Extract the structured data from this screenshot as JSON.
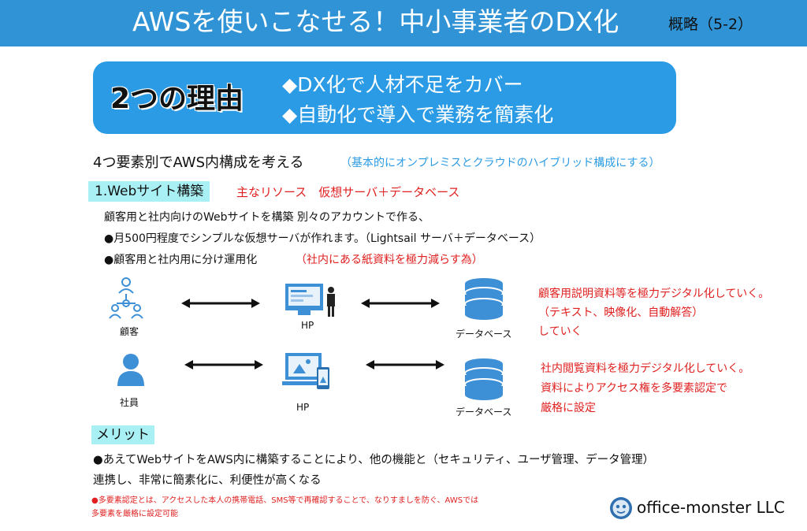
{
  "header": {
    "title": "AWSを使いこなせる！中小事業者のDX化",
    "subtitle": "概略（5-2）"
  },
  "banner": {
    "heading": "2つの理由",
    "points": [
      "◆DX化で人材不足をカバー",
      "◆自動化で導入で業務を簡素化"
    ]
  },
  "section": {
    "heading": "4つ要素別でAWS内構成を考える",
    "note": "（基本的にオンプレミスとクラウドのハイブリッド構成にする）"
  },
  "web": {
    "chip": "1.Webサイト構築",
    "resources": "主なリソース　仮想サーバ＋データベース",
    "line1": "顧客用と社内向けのWebサイトを構築 別々のアカウントで作る、",
    "line2": "●月500円程度でシンプルな仮想サーバが作れます。（Lightsail サーバ＋データベース）",
    "line3": "●顧客用と社内用に分け運用化",
    "line3_note": "（社内にある紙資料を極力減らす為）"
  },
  "diagram": {
    "row1": {
      "actor_label": "顧客",
      "hp_label": "HP",
      "db_label": "データベース",
      "note": [
        "顧客用説明資料等を極力デジタル化していく。",
        "（テキスト、映像化、自動解答）",
        "していく"
      ]
    },
    "row2": {
      "actor_label": "社員",
      "hp_label": "HP",
      "db_label": "データベース",
      "note": [
        "社内閲覧資料を極力デジタル化していく。",
        "資料によりアクセス権を多要素認定で",
        "厳格に設定"
      ]
    }
  },
  "merit": {
    "chip": "メリット",
    "line1": "●あえてWebサイトをAWS内に構築することにより、他の機能と（セキュリティ、ユーザ管理、データ管理）",
    "line2": "連携し、非常に簡素化に、利便性が高くなる"
  },
  "footnote": {
    "line1": "●多要素認定とは、アクセスした本人の携帯電話、SMS等で再確認することで、なりすましを防ぐ、AWSでは",
    "line2": "多要素を厳格に設定可能"
  },
  "brand": {
    "name": "office-monster LLC",
    "logo_icon": "monster-logo-icon"
  },
  "colors": {
    "topbar": "#2f93d6",
    "banner": "#2a9be4",
    "chip": "#a9f0f5",
    "accent_red": "#e02020",
    "icon_blue": "#3d8fd6"
  }
}
